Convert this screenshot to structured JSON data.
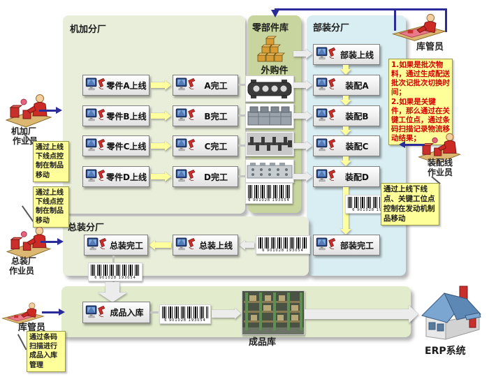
{
  "panels": {
    "machining": "机加分厂",
    "parts_store": "零部件库",
    "subassembly": "部装分厂",
    "final_assembly": "总装分厂"
  },
  "boxes": {
    "parts_a_online": "零件A上线",
    "a_done": "A完工",
    "parts_b_online": "零件B上线",
    "b_done": "B完工",
    "parts_c_online": "零件C上线",
    "c_done": "C完工",
    "parts_d_online": "零件D上线",
    "d_done": "D完工",
    "subassembly_online": "部装上线",
    "assemble_a": "装配A",
    "assemble_b": "装配B",
    "assemble_c": "装配C",
    "assemble_d": "装配D",
    "subassembly_done": "部装完工",
    "final_online": "总装上线",
    "final_done": "总装完工",
    "finished_instore": "成品入库"
  },
  "labels": {
    "purchased_parts": "外购件",
    "finished_store": "成品库",
    "erp_system": "ERP系统"
  },
  "actors": {
    "machining_operator": {
      "line1": "机加厂",
      "line2": "作业员"
    },
    "final_operator": {
      "line1": "总装厂",
      "line2": "作业员"
    },
    "assembly_operator": {
      "line1": "装配线",
      "line2": "作业员"
    },
    "keeper_top": "库管员",
    "keeper_bottom": "库管员"
  },
  "notes": {
    "machining_1": "通过上线下线点控制在制品移动",
    "machining_2": "通过上线下线点控制在制品移动",
    "keeper_top": "1.如果是批次物料，通过生成配送批次记批次切换时间；\n2.如果是关键件，那么通过在关键工位点，通过条码扫描记录物流移动结果；",
    "assembly": "通过上线下线点、关键工位点控制在发动机制品移动",
    "keeper_bottom": "通过条码扫描进行成品入库管理"
  },
  "barcode_text": "6 901028 193054",
  "colors": {
    "panel_green": "#e9eedb",
    "panel_olive": "#c8d59e",
    "panel_blue": "#d9eef3",
    "panel_light_green": "#e2ebcc",
    "note_yellow": "#ffff99",
    "arrow_yellow": "#ffff9e",
    "note_red_text": "#d40000",
    "flow_line_blue": "#2b2b99"
  }
}
